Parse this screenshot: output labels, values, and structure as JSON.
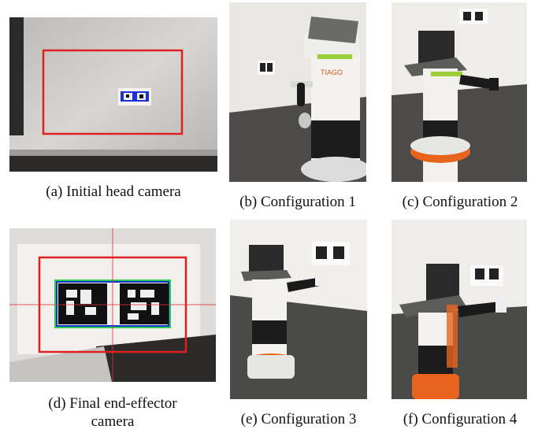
{
  "figure": {
    "captions": {
      "a": "(a) Initial head camera",
      "b": "(b) Configuration 1",
      "c": "(c) Configuration 2",
      "d_line1": "(d) Final end-effector",
      "d_line2": "camera",
      "e": "(e) Configuration 3",
      "f": "(f) Configuration 4"
    },
    "robot_logo_text": "TIAGO",
    "colors": {
      "bounding_box": "#e02020",
      "crosshair": "#e03030",
      "marker_highlight_blue": "#1a2fd6",
      "marker_highlight_green": "#2bd04a",
      "floor": "#4a4a48",
      "wall": "#eceae6",
      "robot_orange": "#e8641e"
    }
  }
}
